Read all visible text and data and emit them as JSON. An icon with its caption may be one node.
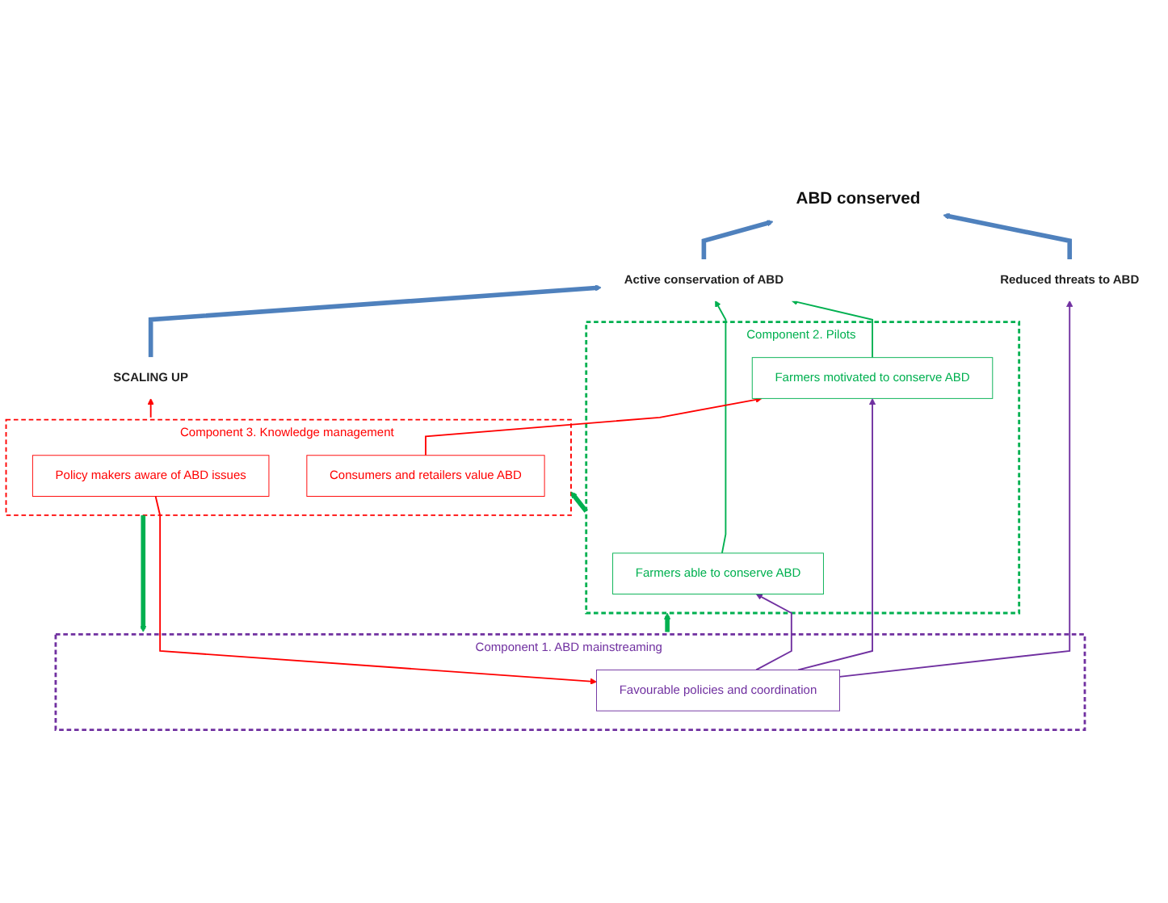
{
  "diagram": {
    "nodes": [
      {
        "text": [
          "ABD conserved"
        ]
      },
      {
        "text": [
          "Active conservation of ABD"
        ]
      },
      {
        "text": [
          "SCALING UP"
        ]
      },
      {
        "text": [
          "Reduced threats to ABD"
        ]
      },
      {
        "text": [
          "Component 1. ABD mainstreaming"
        ]
      },
      {
        "text": [
          "Favourable policies and coordination"
        ],
        "in": 4
      },
      {
        "text": [
          "Component 2. Pilots"
        ]
      },
      {
        "text": [
          "Farmers motivated to conserve ABD"
        ],
        "in": 6
      },
      {
        "text": [
          "Farmers able to conserve ABD"
        ],
        "in": 6
      },
      {
        "text": [
          "Component 3. Knowledge management"
        ]
      },
      {
        "text": [
          "Policy makers aware of ABD issues"
        ],
        "in": 9
      },
      {
        "text": [
          "Consumers and retailers value ABD"
        ],
        "in": 9
      }
    ],
    "edges": [
      {
        "from": 1,
        "to": 0,
        "arrow": "to",
        "style": "thick",
        "color": "#4f81bd"
      },
      {
        "from": 2,
        "to": 1,
        "arrow": "to",
        "style": "thick",
        "color": "#4f81bd"
      },
      {
        "from": 3,
        "to": 0,
        "arrow": "to",
        "style": "thick",
        "color": "#4f81bd"
      },
      {
        "from": 9,
        "to": 2,
        "arrow": "to",
        "color": "#ff0000"
      },
      {
        "from": 5,
        "to": 3,
        "arrow": "to",
        "color": "#7030a0"
      },
      {
        "from": 5,
        "to": 7,
        "arrow": "to",
        "color": "#7030a0"
      },
      {
        "from": 5,
        "to": 8,
        "arrow": "to",
        "color": "#7030a0"
      },
      {
        "from": 8,
        "to": 1,
        "arrow": "to",
        "color": "#00b050"
      },
      {
        "from": 7,
        "to": 1,
        "arrow": "to",
        "color": "#00b050"
      },
      {
        "from": 4,
        "to": 6,
        "arrow": "to",
        "style": "thick",
        "color": "#00b050"
      },
      {
        "from": 9,
        "to": 4,
        "arrow": "to",
        "style": "thick",
        "color": "#00b050"
      },
      {
        "from": 6,
        "to": 9,
        "arrow": "to",
        "style": "thick",
        "color": "#00b050"
      },
      {
        "from": 10,
        "to": 5,
        "arrow": "to",
        "color": "#ff0000"
      },
      {
        "from": 11,
        "to": 7,
        "arrow": "to",
        "color": "#ff0000"
      }
    ]
  }
}
